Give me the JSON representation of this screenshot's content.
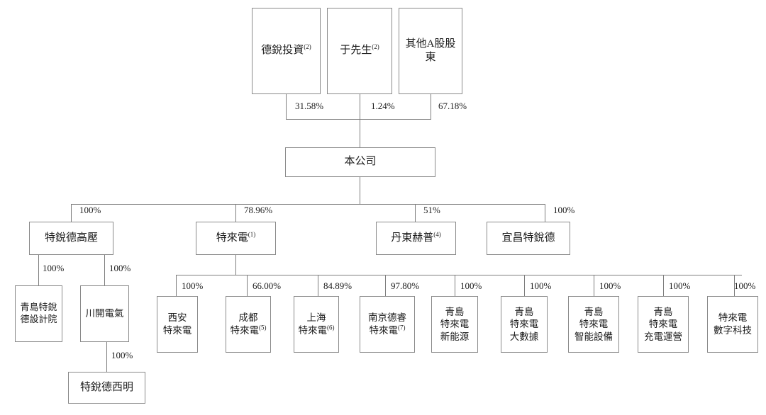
{
  "chart": {
    "title": "",
    "type": "org-chart",
    "shareholders": [
      {
        "name": "德銳投資",
        "note": "(2)",
        "percent": "31.58%"
      },
      {
        "name": "于先生",
        "note": "(2)",
        "percent": "1.24%"
      },
      {
        "name": "其他A股股東",
        "note": "",
        "percent": "67.18%"
      }
    ],
    "company": {
      "name": "本公司",
      "note": ""
    },
    "level2": [
      {
        "name": "特銳德高壓",
        "note": "",
        "percent": "100%"
      },
      {
        "name": "特來電",
        "note": "(1)",
        "percent": "78.96%"
      },
      {
        "name": "丹東赫普",
        "note": "(4)",
        "percent": "51%"
      },
      {
        "name": "宜昌特銳德",
        "note": "",
        "percent": "100%"
      }
    ],
    "gaoya_children": [
      {
        "name": "青島特銳\n德設計院",
        "note": "",
        "percent": "100%"
      },
      {
        "name": "川開電氣",
        "note": "",
        "percent": "100%"
      }
    ],
    "chuankai_children": [
      {
        "name": "特銳德西明",
        "note": "",
        "percent": "100%"
      }
    ],
    "telaidian_children": [
      {
        "name": "西安\n特來電",
        "note": "",
        "percent": "100%"
      },
      {
        "name": "成都\n特來電",
        "note": "(5)",
        "percent": "66.00%"
      },
      {
        "name": "上海\n特來電",
        "note": "(6)",
        "percent": "84.89%"
      },
      {
        "name": "南京德睿\n特來電",
        "note": "(7)",
        "percent": "97.80%"
      },
      {
        "name": "青島\n特來電\n新能源",
        "note": "",
        "percent": "100%"
      },
      {
        "name": "青島\n特來電\n大數據",
        "note": "",
        "percent": "100%"
      },
      {
        "name": "青島\n特來電\n智能設備",
        "note": "",
        "percent": "100%"
      },
      {
        "name": "青島\n特來電\n充電運營",
        "note": "",
        "percent": "100%"
      },
      {
        "name": "特來電\n數字科技",
        "note": "",
        "percent": "100%"
      }
    ],
    "colors": {
      "box_border": "#8a8a8a",
      "line": "#7d7d7d",
      "text": "#1c1c1c",
      "background": "#ffffff"
    }
  }
}
